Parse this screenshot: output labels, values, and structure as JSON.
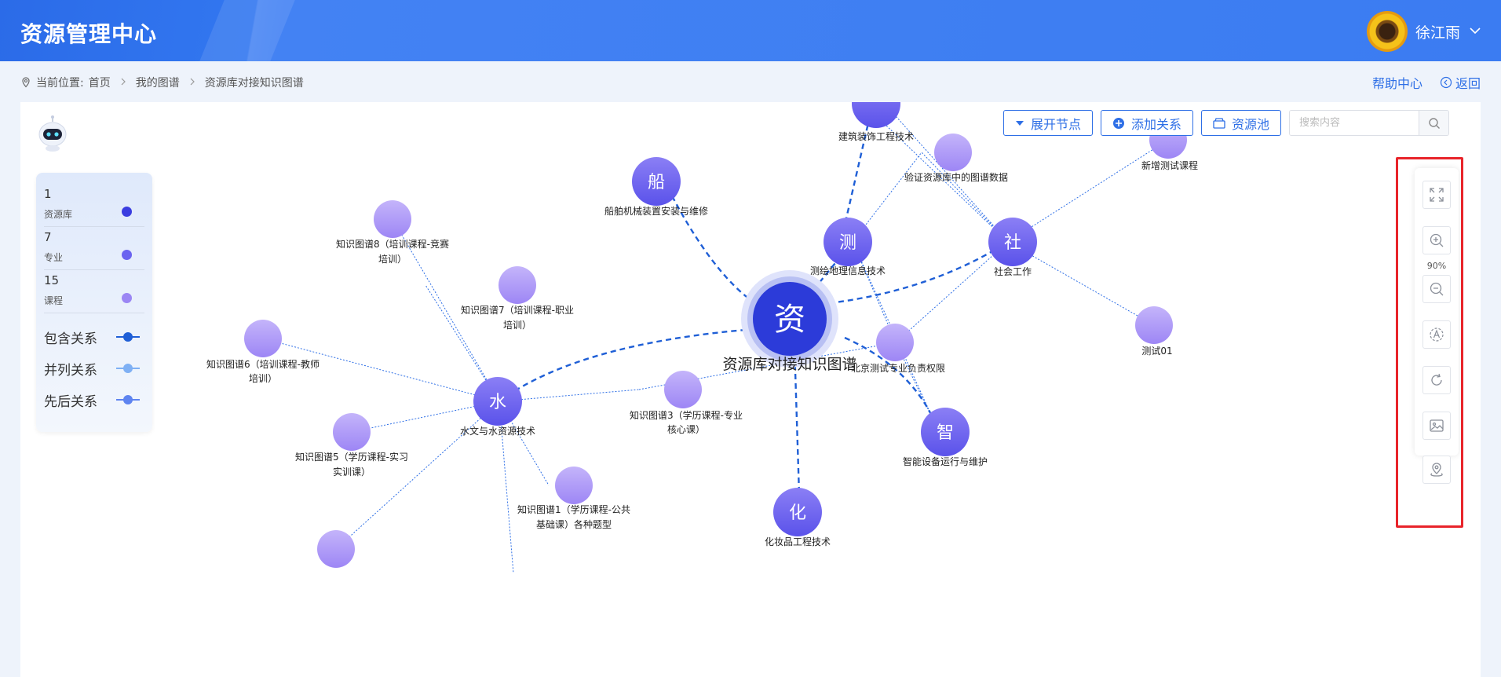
{
  "header": {
    "app_title": "资源管理中心",
    "user_name": "徐江雨"
  },
  "breadcrumb": {
    "prefix": "当前位置:",
    "items": [
      "首页",
      "我的图谱",
      "资源库对接知识图谱"
    ],
    "help_link": "帮助中心",
    "back_link": "返回"
  },
  "toolbar": {
    "expand_label": "展开节点",
    "add_relation_label": "添加关系",
    "resource_pool_label": "资源池",
    "search_placeholder": "搜索内容"
  },
  "legend": {
    "counts": [
      {
        "value": "1",
        "label": "资源库",
        "color": "#3a3de0"
      },
      {
        "value": "7",
        "label": "专业",
        "color": "#6a63f0"
      },
      {
        "value": "15",
        "label": "课程",
        "color": "#9b86f4"
      }
    ],
    "relations": [
      {
        "label": "包含关系",
        "color": "#1f5fd6"
      },
      {
        "label": "并列关系",
        "color": "#7fb0f4"
      },
      {
        "label": "先后关系",
        "color": "#5e84f0"
      }
    ]
  },
  "zoom": {
    "level": "90%",
    "icons": [
      "fullscreen-icon",
      "zoom-in-icon",
      "zoom-out-icon",
      "text-toggle-icon",
      "refresh-icon",
      "export-image-icon",
      "locate-icon"
    ]
  },
  "colors": {
    "header_blue": "#3b7cf2",
    "accent": "#2e6fe6",
    "highlight_red": "#e8242a",
    "center_node": "#2c3bd9",
    "major_node": "#6a63f0",
    "course_node": "#a08cf6"
  },
  "graph": {
    "center": {
      "char": "资",
      "label": "资源库对接知识图谱"
    },
    "majors": [
      {
        "char": "船",
        "label": "船舶机械装置安装与维修"
      },
      {
        "char": "测",
        "label": "测绘地理信息技术"
      },
      {
        "char": "社",
        "label": "社会工作"
      },
      {
        "char": "水",
        "label": "水文与水资源技术"
      },
      {
        "char": "智",
        "label": "智能设备运行与维护"
      },
      {
        "char": "化",
        "label": "化妆品工程技术"
      },
      {
        "char": "",
        "label": "建筑装饰工程技术"
      }
    ],
    "courses": [
      {
        "label_lines": [
          "验证资源库中的图谱数据"
        ]
      },
      {
        "label_lines": [
          "新增测试课程"
        ]
      },
      {
        "label_lines": [
          "知识图谱8（培训课程-竞赛",
          "培训）"
        ]
      },
      {
        "label_lines": [
          "知识图谱7（培训课程-职业",
          "培训）"
        ]
      },
      {
        "label_lines": [
          "知识图谱6（培训课程-教师",
          "培训）"
        ]
      },
      {
        "label_lines": [
          "知识图谱3（学历课程-专业",
          "核心课）"
        ]
      },
      {
        "label_lines": [
          "知识图谱5（学历课程-实习",
          "实训课）"
        ]
      },
      {
        "label_lines": [
          "知识图谱1（学历课程-公共",
          "基础课）各种题型"
        ]
      },
      {
        "label_lines": [
          "测试01"
        ]
      },
      {
        "label_lines": [
          "北京测试专业负责权限"
        ]
      },
      {
        "label_lines": [
          ""
        ]
      }
    ]
  }
}
